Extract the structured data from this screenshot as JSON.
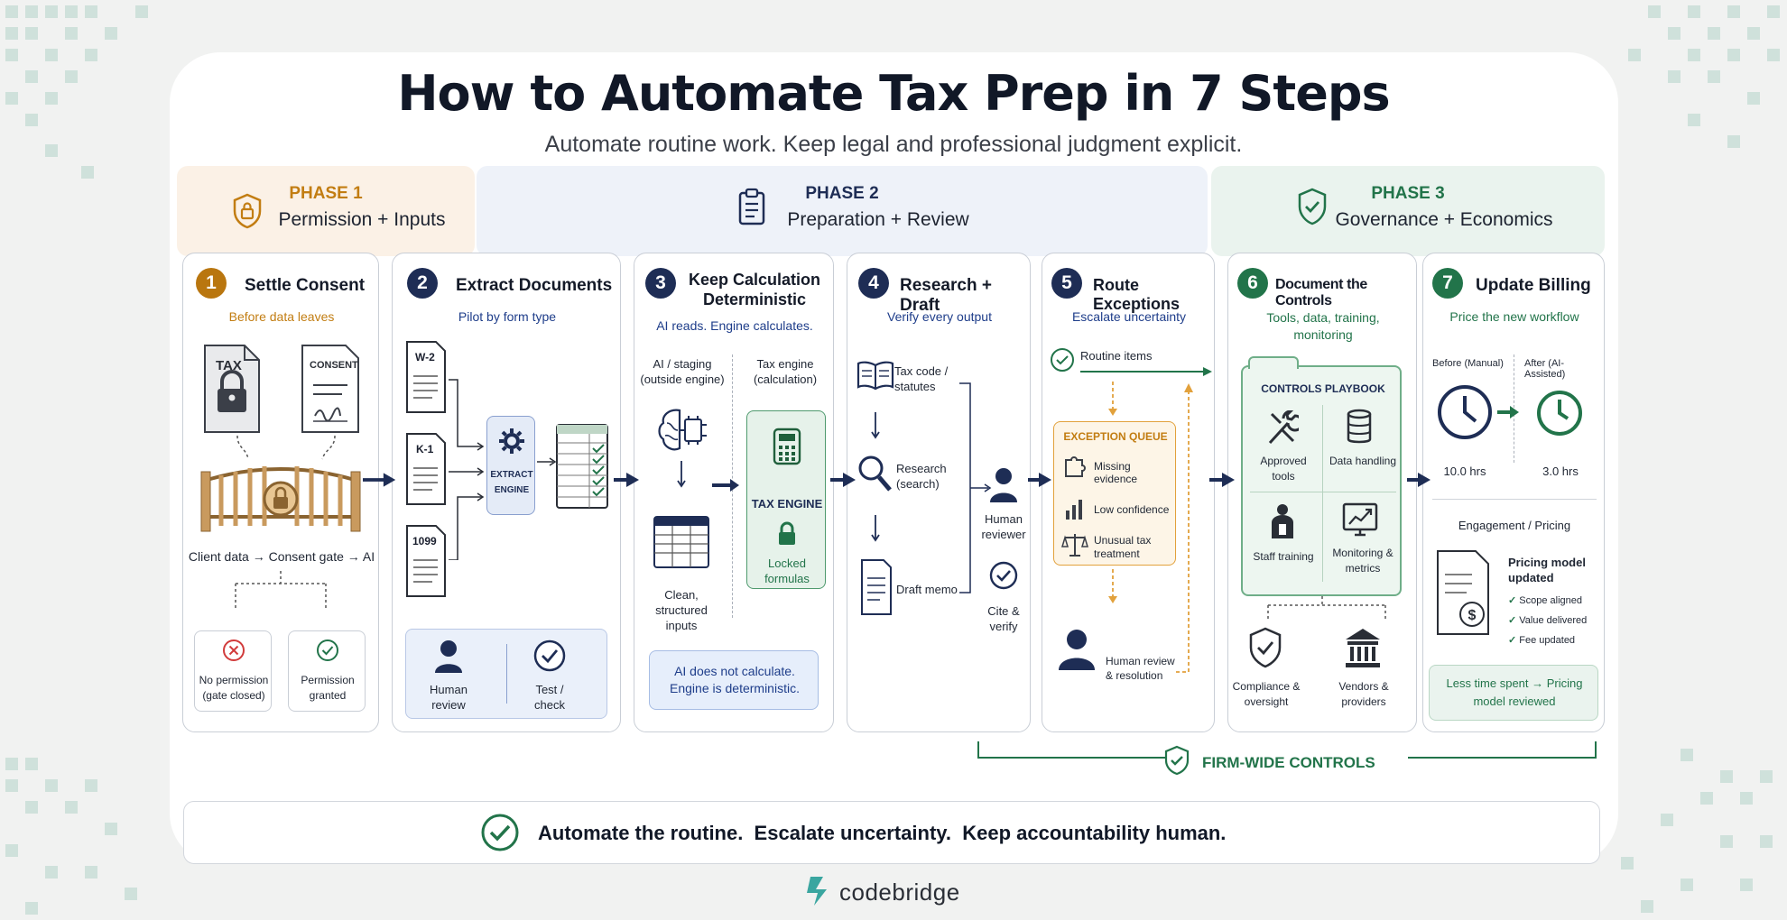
{
  "title": "How to Automate Tax Prep in 7 Steps",
  "subtitle": "Automate routine work. Keep legal and professional judgment explicit.",
  "colors": {
    "phase1": "#c27d12",
    "phase2": "#1e2d55",
    "phase3": "#22744a",
    "phase1_bg": "#fbf1e6",
    "phase2_bg": "#eef2f9",
    "phase3_bg": "#eaf3ee"
  },
  "phases": [
    {
      "label": "PHASE 1",
      "desc": "Permission + Inputs",
      "icon": "lock-shield-icon"
    },
    {
      "label": "PHASE 2",
      "desc": "Preparation + Review",
      "icon": "clipboard-icon"
    },
    {
      "label": "PHASE 3",
      "desc": "Governance + Economics",
      "icon": "check-shield-icon"
    }
  ],
  "steps": {
    "s1": {
      "num": "1",
      "title": "Settle Consent",
      "sub": "Before data leaves",
      "doc1": "TAX",
      "doc2": "CONSENT",
      "flow": "Client data → Consent gate → AI",
      "opt1": "No permission (gate closed)",
      "opt2": "Permission granted"
    },
    "s2": {
      "num": "2",
      "title": "Extract Documents",
      "sub": "Pilot by form type",
      "forms": [
        "W-2",
        "K-1",
        "1099"
      ],
      "engine": "EXTRACT ENGINE",
      "review1": "Human review",
      "review2": "Test / check"
    },
    "s3": {
      "num": "3",
      "title": "Keep Calculation Deterministic",
      "sub": "AI reads. Engine calculates.",
      "col1": "AI / staging (outside engine)",
      "col2": "Tax engine (calculation)",
      "inputs": "Clean, structured inputs",
      "engine": "TAX ENGINE",
      "locked": "Locked formulas",
      "note": "AI does not calculate. Engine is deterministic."
    },
    "s4": {
      "num": "4",
      "title": "Research + Draft",
      "sub": "Verify every output",
      "items": [
        "Tax code / statutes",
        "Research (search)",
        "Draft memo"
      ],
      "reviewer": "Human reviewer",
      "cite": "Cite & verify"
    },
    "s5": {
      "num": "5",
      "title": "Route Exceptions",
      "sub": "Escalate uncertainty",
      "routine": "Routine items",
      "queue_title": "EXCEPTION QUEUE",
      "queue": [
        "Missing evidence",
        "Low confidence",
        "Unusual tax treatment"
      ],
      "human": "Human review & resolution"
    },
    "s6": {
      "num": "6",
      "title": "Document the Controls",
      "sub": "Tools, data, training, monitoring",
      "playbook": "CONTROLS PLAYBOOK",
      "grid": [
        "Approved tools",
        "Data handling",
        "Staff training",
        "Monitoring & metrics"
      ],
      "bottom1": "Compliance & oversight",
      "bottom2": "Vendors & providers"
    },
    "s7": {
      "num": "7",
      "title": "Update Billing",
      "sub": "Price the new workflow",
      "before": "Before (Manual)",
      "after": "After (AI-Assisted)",
      "before_val": "10.0 hrs",
      "after_val": "3.0 hrs",
      "eng": "Engagement / Pricing",
      "pricing": "Pricing model updated",
      "checks": [
        "Scope aligned",
        "Value delivered",
        "Fee updated"
      ],
      "footer": "Less time spent → Pricing model reviewed"
    }
  },
  "firmwide": "FIRM-WIDE CONTROLS",
  "footer": "Automate the routine.  Escalate uncertainty.  Keep accountability human.",
  "brand": "codebridge"
}
